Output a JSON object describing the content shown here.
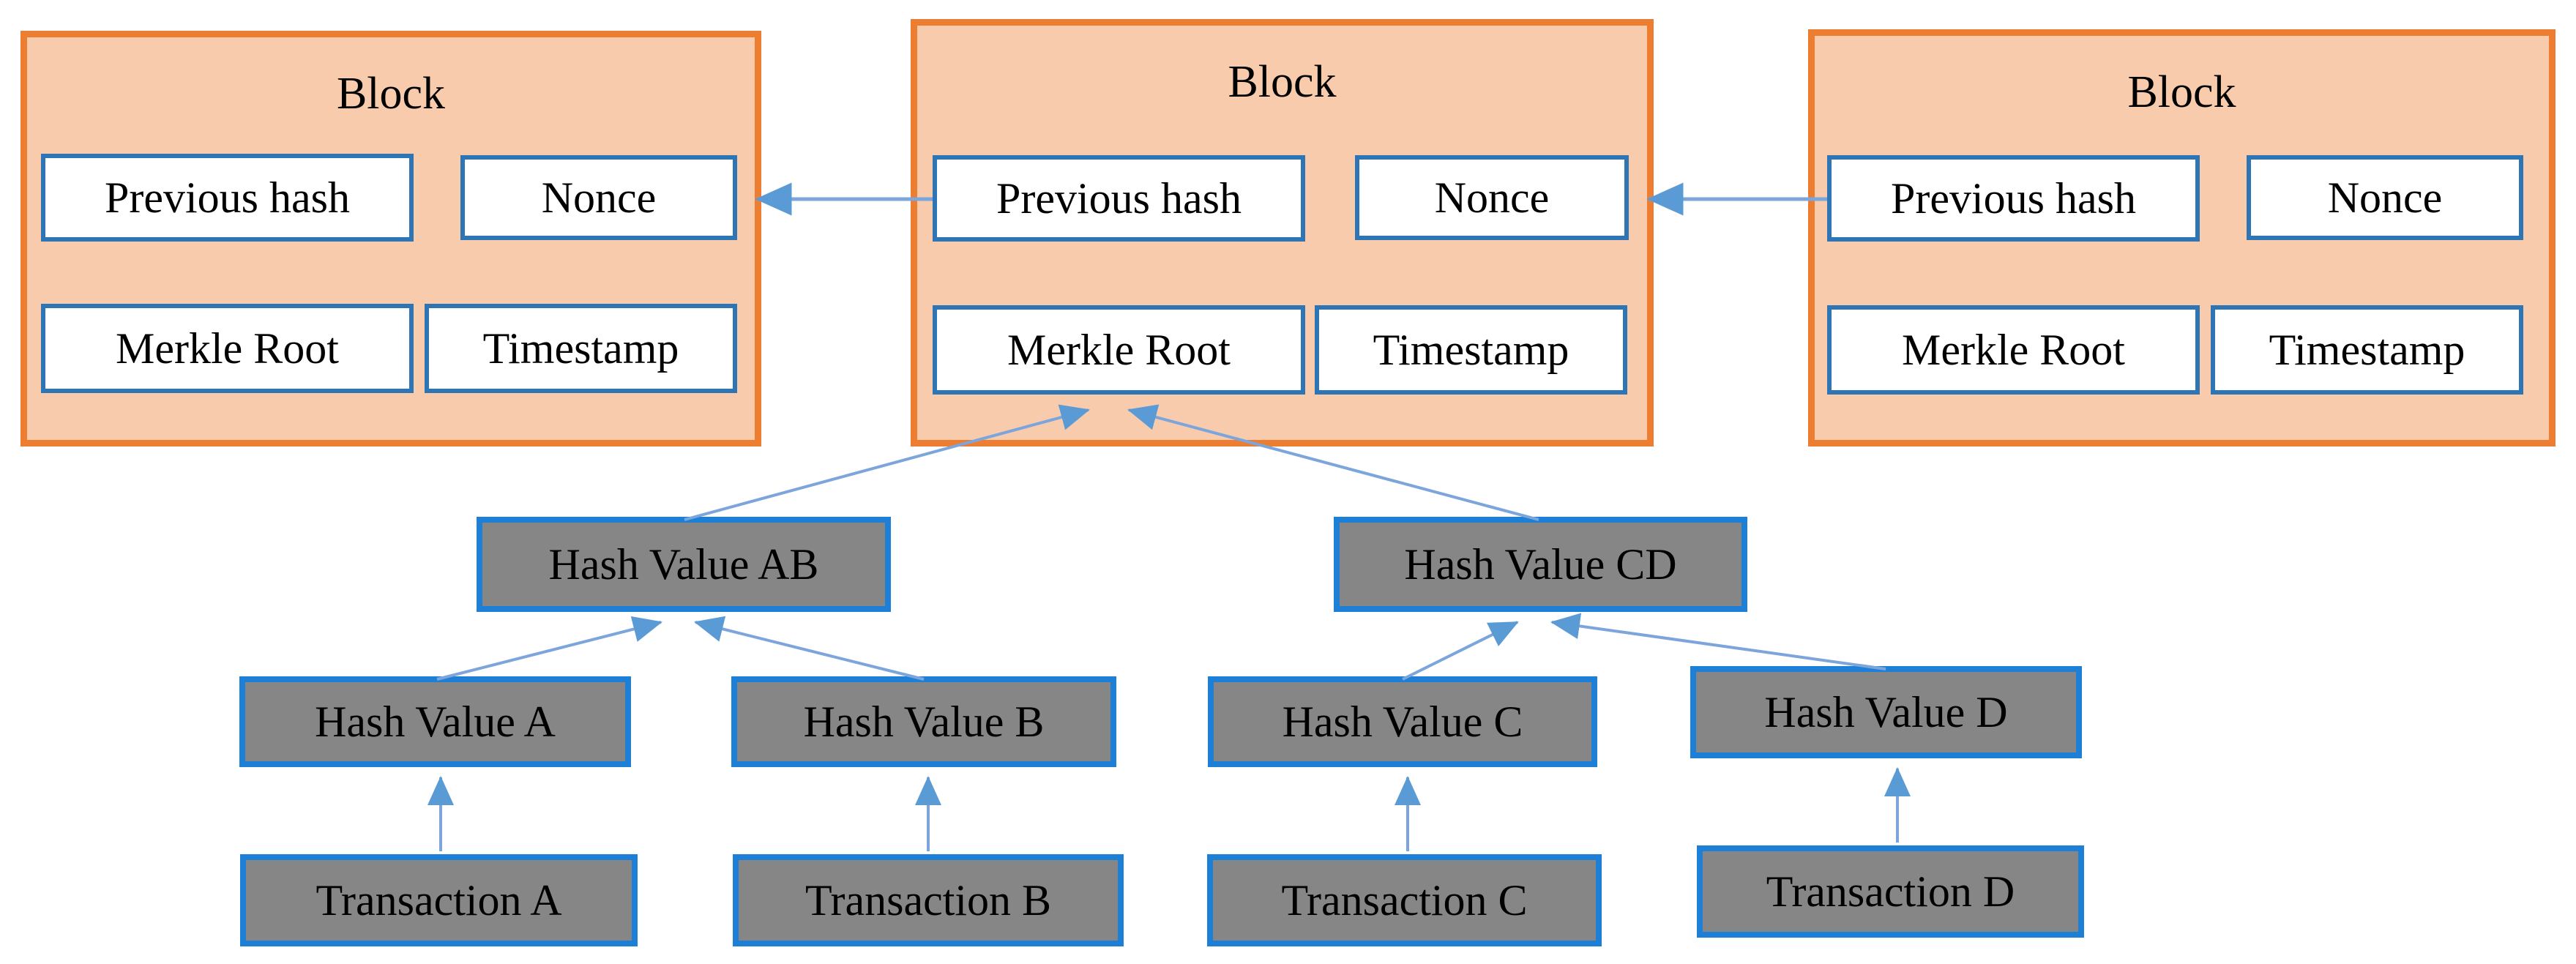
{
  "blocks": [
    {
      "title": "Block",
      "previous_hash": "Previous hash",
      "nonce": "Nonce",
      "merkle_root": "Merkle Root",
      "timestamp": "Timestamp"
    },
    {
      "title": "Block",
      "previous_hash": "Previous hash",
      "nonce": "Nonce",
      "merkle_root": "Merkle Root",
      "timestamp": "Timestamp"
    },
    {
      "title": "Block",
      "previous_hash": "Previous hash",
      "nonce": "Nonce",
      "merkle_root": "Merkle Root",
      "timestamp": "Timestamp"
    }
  ],
  "tree": {
    "parents": [
      {
        "label": "Hash Value AB"
      },
      {
        "label": "Hash Value CD"
      }
    ],
    "leaves": [
      {
        "label": "Hash Value A"
      },
      {
        "label": "Hash Value B"
      },
      {
        "label": "Hash Value C"
      },
      {
        "label": "Hash Value D"
      }
    ],
    "transactions": [
      {
        "label": "Transaction A"
      },
      {
        "label": "Transaction B"
      },
      {
        "label": "Transaction C"
      },
      {
        "label": "Transaction D"
      }
    ]
  },
  "colors": {
    "block_border": "#ED7D31",
    "block_fill": "#F8CBAD",
    "field_border": "#2E75B6",
    "field_fill": "#FFFFFF",
    "node_border": "#1E7FD6",
    "node_fill": "#868686",
    "connector": "#7CA5DC",
    "arrowhead": "#5B9BD5",
    "text": "#000000"
  }
}
